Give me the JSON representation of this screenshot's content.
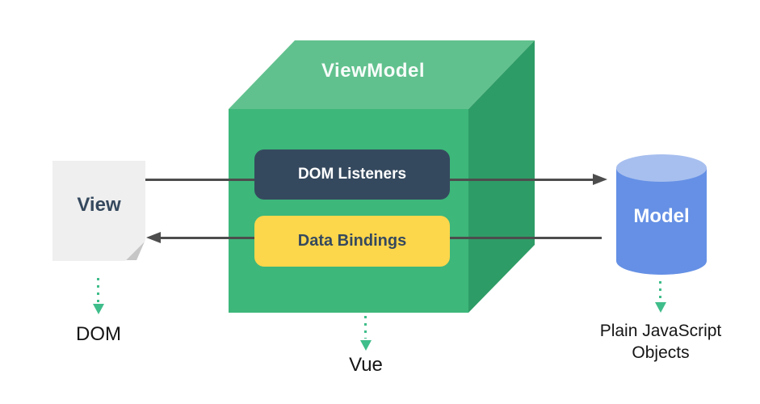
{
  "diagram": {
    "title": "ViewModel",
    "box": {
      "dom_listeners_label": "DOM Listeners",
      "data_bindings_label": "Data Bindings"
    },
    "view": {
      "label": "View",
      "caption": "DOM"
    },
    "model": {
      "label": "Model",
      "caption": "Plain JavaScript Objects"
    },
    "vue_caption": "Vue"
  },
  "colors": {
    "box_top": "#61c18e",
    "box_front": "#3db77a",
    "box_side": "#2e9c66",
    "navy": "#35495e",
    "yellow": "#fcd64b",
    "cylinder_body": "#6590e5",
    "cylinder_top": "#a7bfef",
    "paper": "#efefef",
    "paper_fold": "#c6c6c6",
    "arrow_gray": "#4d4d4d",
    "arrow_green": "#3fbd8a",
    "caption_text": "#151515"
  }
}
